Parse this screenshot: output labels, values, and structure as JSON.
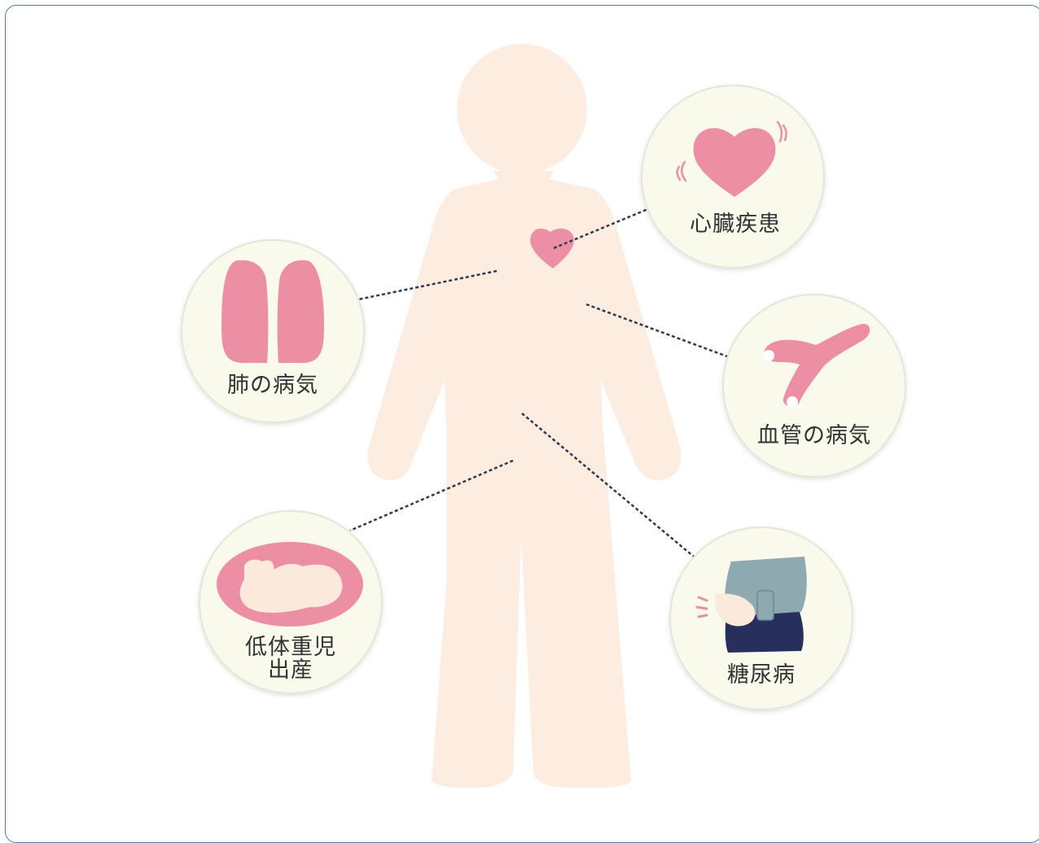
{
  "colors": {
    "body": "#fdece0",
    "pink": "#ec8fa4",
    "circle_fill": "#f9f9ec",
    "circle_shadow": "#e3e3d6",
    "text": "#333333",
    "connector": "#2f3c4f",
    "frame_border": "#4a7fb5",
    "skin": "#fbe9dc",
    "gray_blue": "#8fa9b1",
    "navy": "#27305c"
  },
  "figure": {
    "heart_icon": "heart-icon"
  },
  "conditions": [
    {
      "id": "heart",
      "label": "心臓疾患",
      "icon": "heart-icon"
    },
    {
      "id": "lung",
      "label": "肺の病気",
      "icon": "lungs-icon"
    },
    {
      "id": "vessel",
      "label": "血管の病気",
      "icon": "blood-vessel-icon"
    },
    {
      "id": "lbw",
      "label_line1": "低体重児",
      "label_line2": "出産",
      "icon": "fetus-icon"
    },
    {
      "id": "diabetes",
      "label": "糖尿病",
      "icon": "stomach-pain-icon"
    }
  ]
}
